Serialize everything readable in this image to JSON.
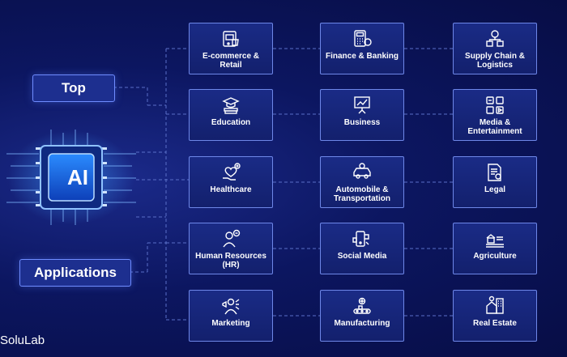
{
  "labels": {
    "top": "Top",
    "applications": "Applications",
    "chip": "AI"
  },
  "brand": "SoluLab",
  "colors": {
    "background": "#0c1660",
    "card": "#1a2b86",
    "card_border": "#6e87e8",
    "chip": "#1c6fe0",
    "text": "#ffffff"
  },
  "cards": [
    {
      "label": "E-commerce & Retail",
      "icon": "shop-icon"
    },
    {
      "label": "Finance & Banking",
      "icon": "calculator-coin-icon"
    },
    {
      "label": "Supply Chain & Logistics",
      "icon": "supply-chain-icon"
    },
    {
      "label": "Education",
      "icon": "books-graduation-icon"
    },
    {
      "label": "Business",
      "icon": "presentation-board-icon"
    },
    {
      "label": "Media & Entertainment",
      "icon": "media-icon"
    },
    {
      "label": "Healthcare",
      "icon": "heart-hand-icon"
    },
    {
      "label": "Automobile & Transportation",
      "icon": "car-icon"
    },
    {
      "label": "Legal",
      "icon": "legal-document-icon"
    },
    {
      "label": "Human Resources (HR)",
      "icon": "hr-person-icon"
    },
    {
      "label": "Social Media",
      "icon": "social-media-icon"
    },
    {
      "label": "Agriculture",
      "icon": "farm-icon"
    },
    {
      "label": "Marketing",
      "icon": "megaphone-person-icon"
    },
    {
      "label": "Manufacturing",
      "icon": "conveyor-icon"
    },
    {
      "label": "Real Estate",
      "icon": "real-estate-icon"
    }
  ]
}
